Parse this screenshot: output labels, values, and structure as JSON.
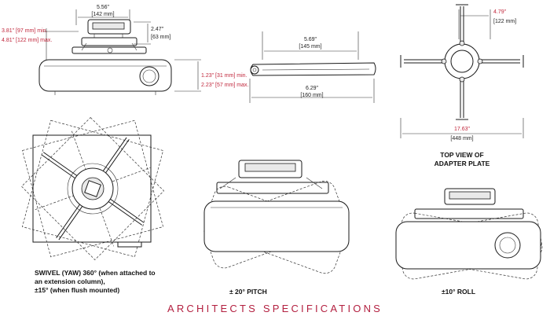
{
  "dims": {
    "front_width_in": "5.56\"",
    "front_width_mm": "[142 mm]",
    "front_height_in": "2.47\"",
    "front_height_mm": "[63 mm]",
    "front_min_label": "3.81\" [97 mm] min.",
    "front_max_label": "4.81\" [122 mm] max.",
    "bottom_min_label": "1.23\" [31 mm] min.",
    "bottom_max_label": "2.23\" [57 mm] max.",
    "arm_inner_in": "5.69\"",
    "arm_inner_mm": "[145 mm]",
    "arm_outer_in": "6.29\"",
    "arm_outer_mm": "[160 mm]",
    "plate_small_in": "4.79\"",
    "plate_small_mm": "[122 mm]",
    "plate_width_in": "17.63\"",
    "plate_width_mm": "[448 mm]"
  },
  "captions": {
    "adapter_line1": "TOP VIEW OF",
    "adapter_line2": "ADAPTER PLATE",
    "swivel_line1": "SWIVEL (YAW) 360° (when attached to",
    "swivel_line2": "an extension column),",
    "swivel_line3": "±15° (when flush mounted)",
    "pitch": "± 20° PITCH",
    "roll": "±10° ROLL"
  },
  "banner": "ARCHITECTS SPECIFICATIONS",
  "colors": {
    "dimension_red": "#c0263b",
    "banner": "#b32040"
  }
}
